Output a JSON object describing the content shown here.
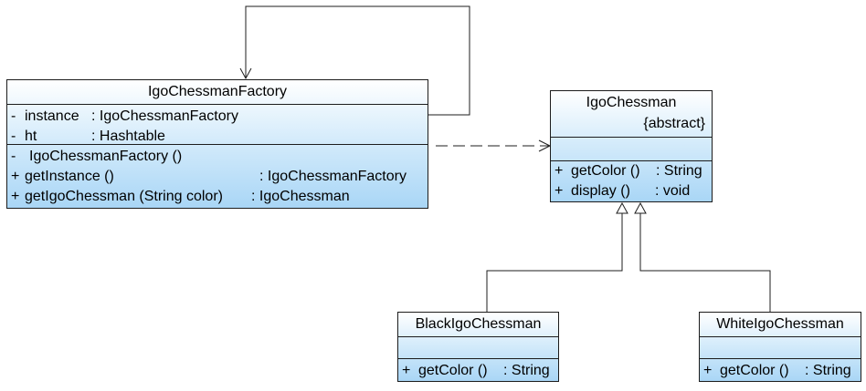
{
  "factory": {
    "name": "IgoChessmanFactory",
    "attributes": [
      {
        "vis": "-",
        "name": "instance",
        "type": ": IgoChessmanFactory"
      },
      {
        "vis": "-",
        "name": "ht",
        "type": ": Hashtable"
      }
    ],
    "operations": [
      {
        "vis": "-",
        "name": "IgoChessmanFactory ()",
        "type": ""
      },
      {
        "vis": "+",
        "name": "getInstance ()",
        "type": ": IgoChessmanFactory"
      },
      {
        "vis": "+",
        "name": "getIgoChessman (String color)",
        "type": ": IgoChessman"
      }
    ]
  },
  "chessman": {
    "name": "IgoChessman",
    "stereotype": "{abstract}",
    "operations": [
      {
        "vis": "+",
        "name": "getColor ()",
        "type": ": String"
      },
      {
        "vis": "+",
        "name": "display ()",
        "type": ": void"
      }
    ]
  },
  "black": {
    "name": "BlackIgoChessman",
    "operations": [
      {
        "vis": "+",
        "name": "getColor ()",
        "type": ": String"
      }
    ]
  },
  "white": {
    "name": "WhiteIgoChessman",
    "operations": [
      {
        "vis": "+",
        "name": "getColor ()",
        "type": ": String"
      }
    ]
  }
}
